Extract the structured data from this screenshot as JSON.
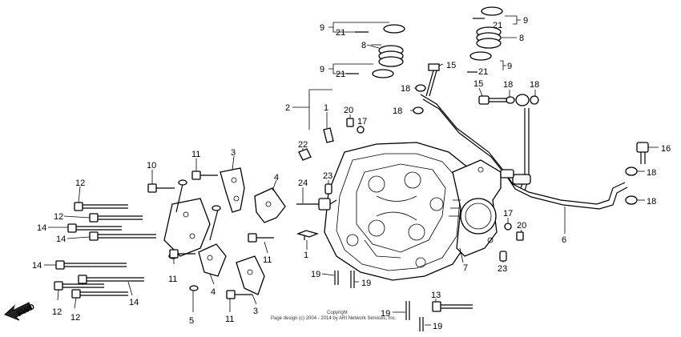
{
  "diagram": {
    "fwd_label": "FWD",
    "copyright_line1": "Copyright",
    "copyright_line2": "Page design (c) 2004 - 2014 by ARI Network Services, Inc.",
    "callouts": {
      "c1a": "1",
      "c1b": "1",
      "c2": "2",
      "c3a": "3",
      "c3b": "3",
      "c4a": "4",
      "c4b": "4",
      "c5a": "5",
      "c6": "6",
      "c7": "7",
      "c8a": "8",
      "c8b": "8",
      "c9a": "9",
      "c9b": "9",
      "c9c": "9",
      "c9d": "9",
      "c10": "10",
      "c11a": "11",
      "c11b": "11",
      "c11c": "11",
      "c11d": "11",
      "c12a": "12",
      "c12b": "12",
      "c12c": "12",
      "c12d": "12",
      "c13": "13",
      "c14a": "14",
      "c14b": "14",
      "c14c": "14",
      "c14d": "14",
      "c15a": "15",
      "c15b": "15",
      "c16": "16",
      "c17a": "17",
      "c17b": "17",
      "c18a": "18",
      "c18b": "18",
      "c18c": "18",
      "c18d": "18",
      "c18e": "18",
      "c18f": "18",
      "c19a": "19",
      "c19b": "19",
      "c19c": "19",
      "c19d": "19",
      "c20a": "20",
      "c20b": "20",
      "c21a": "21",
      "c21b": "21",
      "c21c": "21",
      "c21d": "21",
      "c22": "22",
      "c23a": "23",
      "c23b": "23",
      "c24": "24"
    }
  }
}
